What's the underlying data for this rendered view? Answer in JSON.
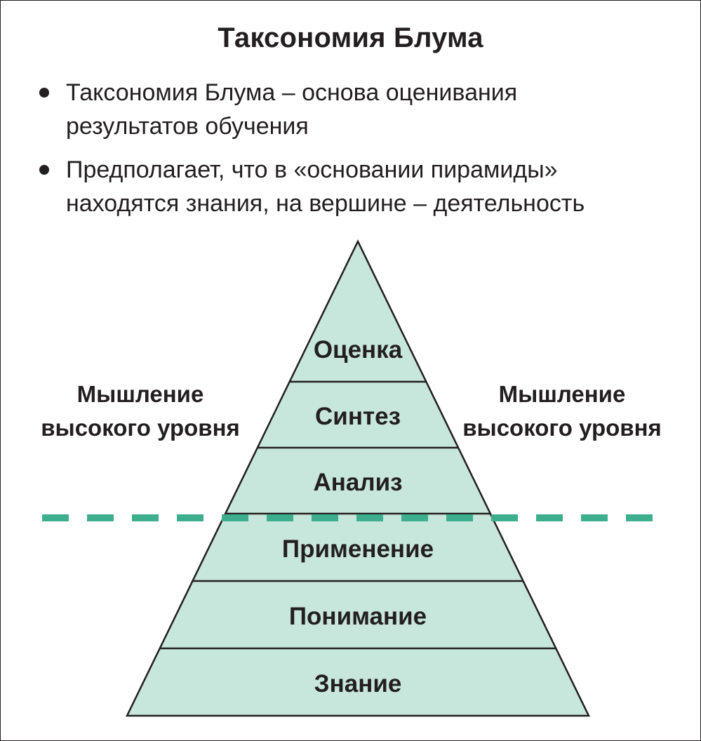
{
  "title": "Таксономия Блума",
  "bullets": [
    {
      "line1": "Таксономия Блума –  основа оценивания",
      "line2": "результатов обучения"
    },
    {
      "line1": "Предполагает, что в «основании пирамиды»",
      "line2": "находятся знания, на вершине – деятельность"
    }
  ],
  "side_labels": {
    "left": {
      "line1": "Мышление",
      "line2": "высокого уровня"
    },
    "right": {
      "line1": "Мышление",
      "line2": "высокого уровня"
    }
  },
  "pyramid": {
    "levels_top_to_bottom": [
      "Оценка",
      "Синтез",
      "Анализ",
      "Применение",
      "Понимание",
      "Знание"
    ],
    "fill_color": "#c7e6dc",
    "stroke_color": "#231f20",
    "divider_color": "#3daf8d"
  }
}
